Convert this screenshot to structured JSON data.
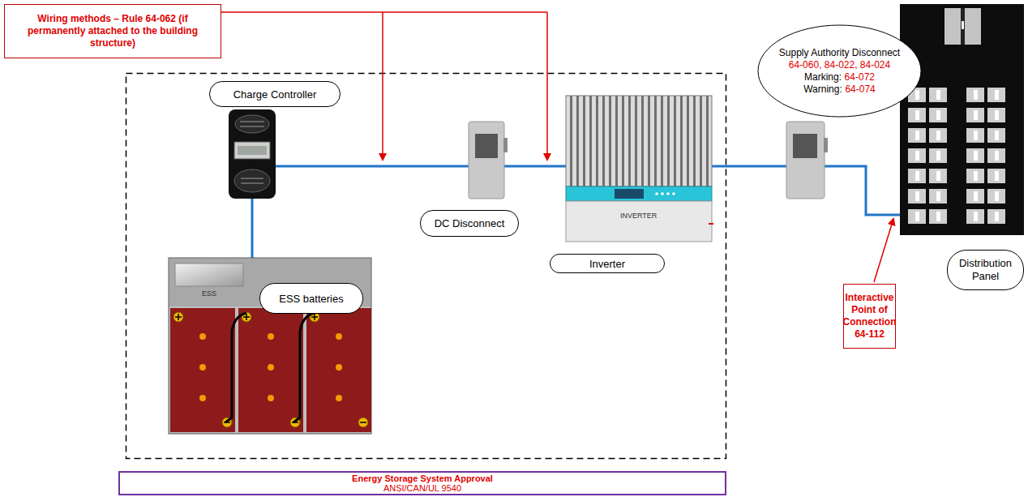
{
  "diagram": {
    "nodes": [
      {
        "text": [
          "Wiring methods – Rule 64-062 (if permanently attached to the building structure)"
        ]
      },
      {
        "text": [
          "Charge Controller"
        ]
      },
      {
        "text": [
          "DC Disconnect"
        ]
      },
      {
        "text": [
          "Inverter"
        ]
      },
      {
        "text": [
          "ESS batteries"
        ]
      },
      {
        "text": [
          "Supply Authority Disconnect",
          "64-060, 84-022, 84-024",
          "Marking:",
          "64-072",
          "Warning:",
          "64-074"
        ]
      },
      {
        "text": [
          "Interactive Point of Connection 64-112"
        ]
      },
      {
        "text": [
          "Distribution Panel"
        ]
      },
      {
        "text": [
          "Energy Storage System Approval",
          "ANSI/CAN/UL 9540"
        ]
      }
    ],
    "labels": [
      "INVERTER",
      "ESS"
    ]
  }
}
